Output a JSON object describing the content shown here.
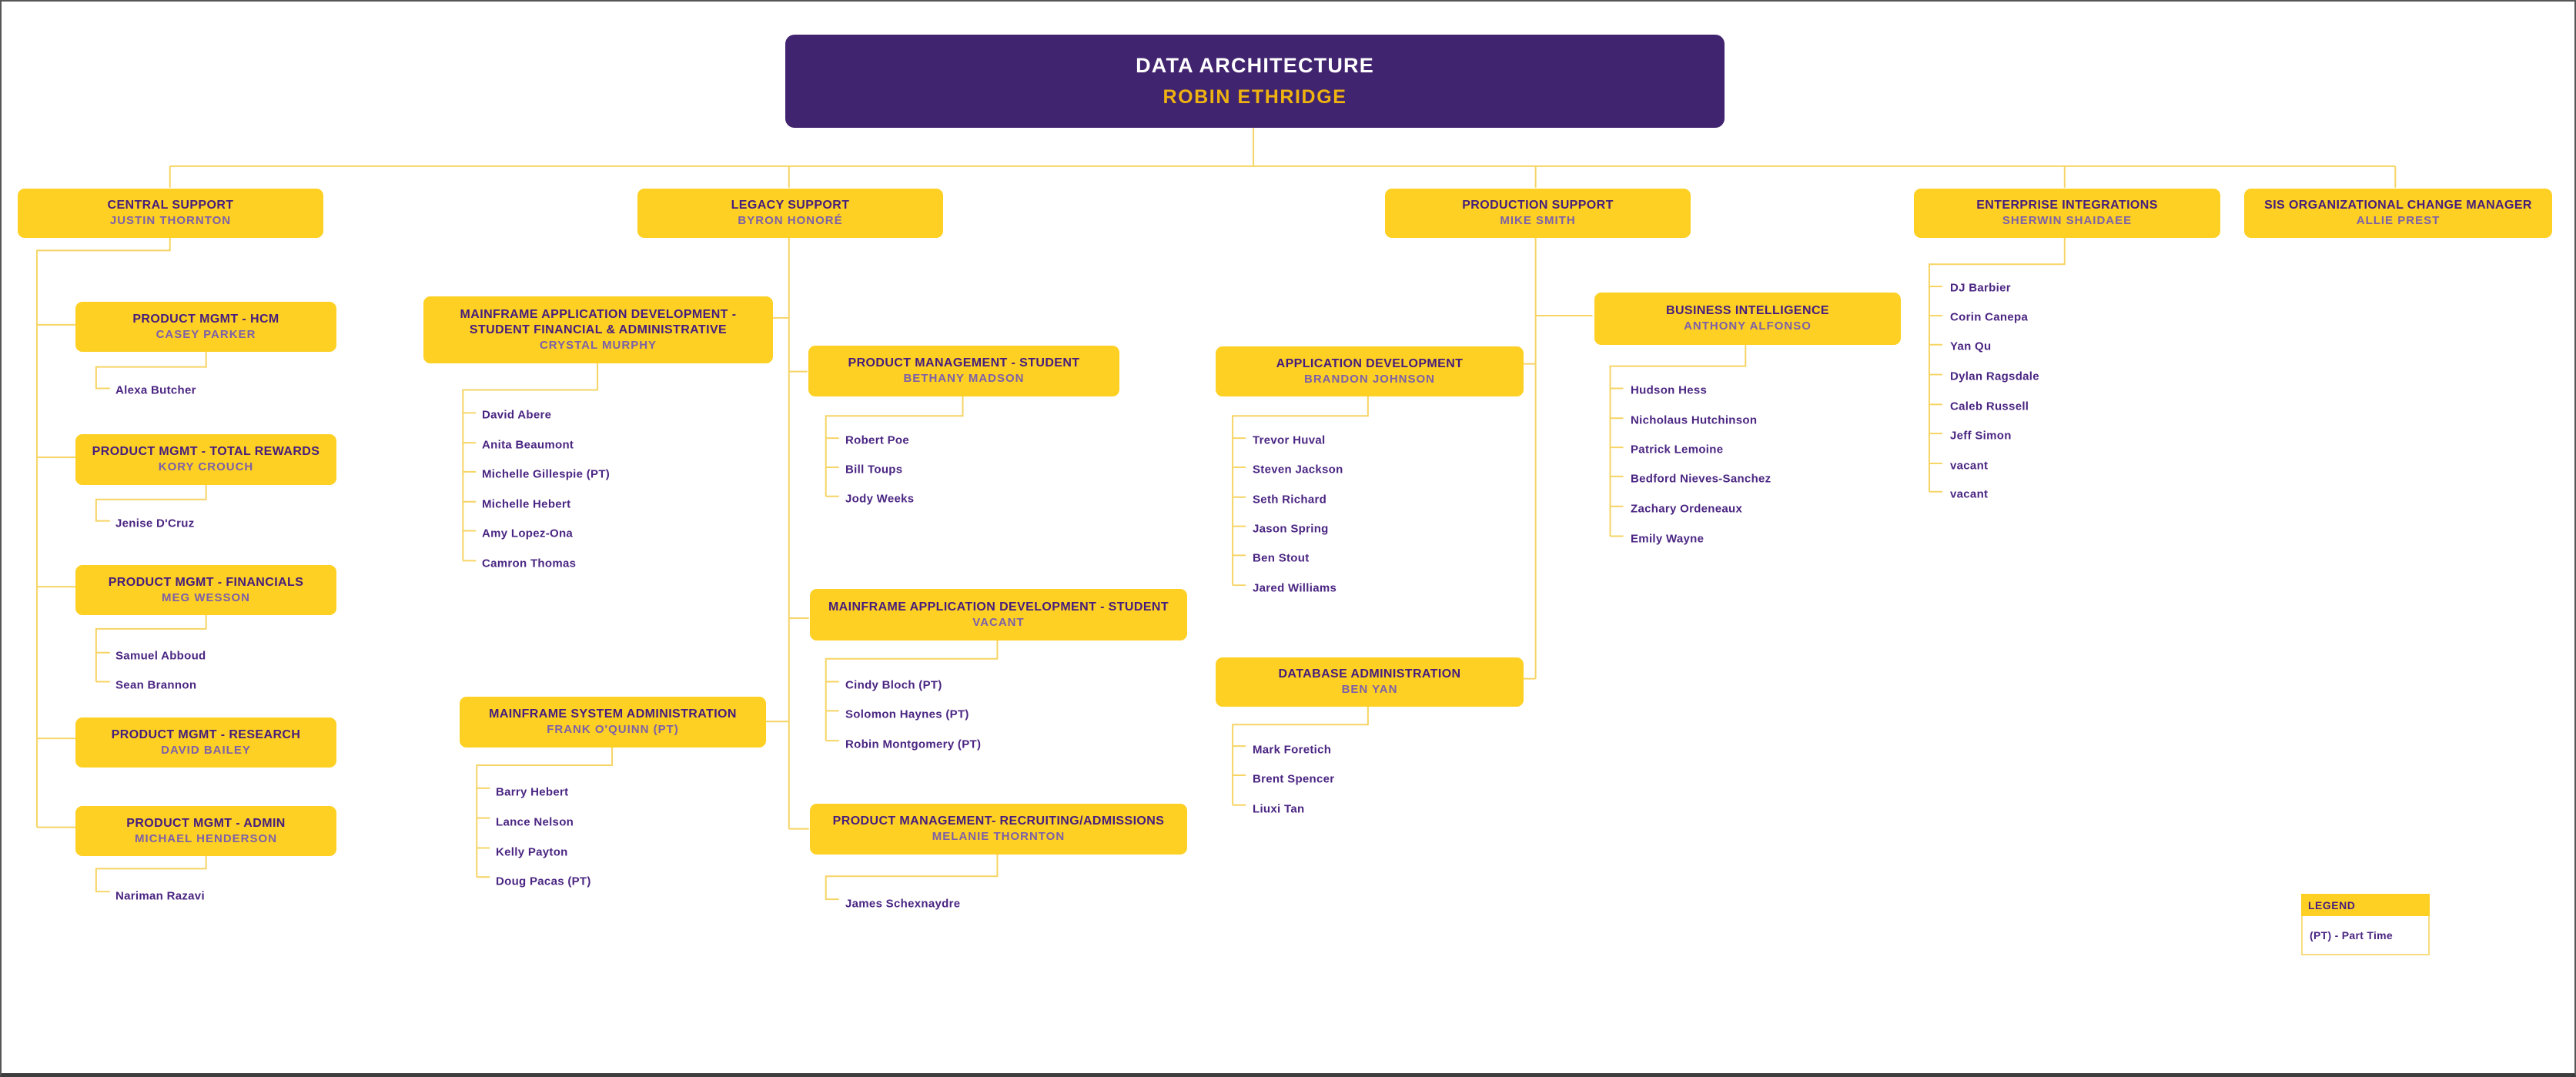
{
  "root": {
    "title": "DATA ARCHITECTURE",
    "subtitle": "ROBIN ETHRIDGE"
  },
  "teams": [
    {
      "id": "central-support",
      "title": "CENTRAL SUPPORT",
      "lead": "JUSTIN THORNTON",
      "members": []
    },
    {
      "id": "legacy-support",
      "title": "LEGACY SUPPORT",
      "lead": "BYRON HONORÉ",
      "members": []
    },
    {
      "id": "production-support",
      "title": "PRODUCTION SUPPORT",
      "lead": "MIKE SMITH",
      "members": []
    },
    {
      "id": "enterprise-integrations",
      "title": "ENTERPRISE INTEGRATIONS",
      "lead": "SHERWIN SHAIDAEE",
      "members": [
        "DJ Barbier",
        "Corin Canepa",
        "Yan Qu",
        "Dylan Ragsdale",
        "Caleb Russell",
        "Jeff Simon",
        "vacant",
        "vacant"
      ]
    },
    {
      "id": "sis-ocm",
      "title": "SIS ORGANIZATIONAL CHANGE MANAGER",
      "lead": "ALLIE PREST",
      "members": []
    }
  ],
  "units": [
    {
      "id": "pm-hcm",
      "parent": "central-support",
      "title": "PRODUCT MGMT - HCM",
      "lead": "CASEY PARKER",
      "members": [
        "Alexa Butcher"
      ]
    },
    {
      "id": "pm-total-rewards",
      "parent": "central-support",
      "title": "PRODUCT MGMT - TOTAL REWARDS",
      "lead": "KORY CROUCH",
      "members": [
        "Jenise D'Cruz"
      ]
    },
    {
      "id": "pm-financials",
      "parent": "central-support",
      "title": "PRODUCT MGMT - FINANCIALS",
      "lead": "MEG WESSON",
      "members": [
        "Samuel Abboud",
        "Sean Brannon"
      ]
    },
    {
      "id": "pm-research",
      "parent": "central-support",
      "title": "PRODUCT MGMT - RESEARCH",
      "lead": "DAVID BAILEY",
      "members": []
    },
    {
      "id": "pm-admin",
      "parent": "central-support",
      "title": "PRODUCT MGMT - ADMIN",
      "lead": "MICHAEL HENDERSON",
      "members": [
        "Nariman Razavi"
      ]
    },
    {
      "id": "mf-appdev-sfa",
      "parent": "legacy-support",
      "title": "MAINFRAME APPLICATION  DEVELOPMENT - STUDENT FINANCIAL & ADMINISTRATIVE",
      "lead": "CRYSTAL MURPHY",
      "members": [
        "David Abere",
        "Anita Beaumont",
        "Michelle Gillespie (PT)",
        "Michelle Hebert",
        "Amy Lopez-Ona",
        "Camron Thomas"
      ]
    },
    {
      "id": "mf-sysadmin",
      "parent": "legacy-support",
      "title": "MAINFRAME SYSTEM ADMINISTRATION",
      "lead": "FRANK O'QUINN (PT)",
      "members": [
        "Barry Hebert",
        "Lance Nelson",
        "Kelly Payton",
        "Doug Pacas (PT)"
      ]
    },
    {
      "id": "pm-student",
      "parent": "legacy-support",
      "title": "PRODUCT MANAGEMENT - STUDENT",
      "lead": "BETHANY MADSON",
      "members": [
        "Robert Poe",
        "Bill Toups",
        "Jody Weeks"
      ]
    },
    {
      "id": "mf-appdev-student",
      "parent": "legacy-support",
      "title": "MAINFRAME APPLICATION DEVELOPMENT - STUDENT",
      "lead": "VACANT",
      "members": [
        "Cindy Bloch (PT)",
        "Solomon Haynes (PT)",
        "Robin Montgomery (PT)"
      ]
    },
    {
      "id": "pm-recruiting",
      "parent": "legacy-support",
      "title": "PRODUCT MANAGEMENT- RECRUITING/ADMISSIONS",
      "lead": "MELANIE THORNTON",
      "members": [
        "James Schexnaydre"
      ]
    },
    {
      "id": "app-dev",
      "parent": "production-support",
      "title": "APPLICATION DEVELOPMENT",
      "lead": "BRANDON JOHNSON",
      "members": [
        "Trevor Huval",
        "Steven Jackson",
        "Seth Richard",
        "Jason Spring",
        "Ben Stout",
        "Jared Williams"
      ]
    },
    {
      "id": "db-admin",
      "parent": "production-support",
      "title": "DATABASE ADMINISTRATION",
      "lead": "BEN YAN",
      "members": [
        "Mark Foretich",
        "Brent Spencer",
        "Liuxi Tan"
      ]
    },
    {
      "id": "business-intelligence",
      "parent": "production-support",
      "title": "BUSINESS INTELLIGENCE",
      "lead": "ANTHONY ALFONSO",
      "members": [
        "Hudson Hess",
        "Nicholaus Hutchinson",
        "Patrick Lemoine",
        "Bedford Nieves-Sanchez",
        "Zachary Ordeneaux",
        "Emily Wayne"
      ]
    }
  ],
  "legend": {
    "title": "LEGEND",
    "entries": [
      "(PT) - Part Time"
    ]
  },
  "colors": {
    "root_purple": "#41246F",
    "box_gold": "#FDD023",
    "title_purple": "#461D7C",
    "lead_purple": "#7C60A9",
    "member_purple": "#4A2582",
    "connector_yellow": "#F6D465",
    "root_subtitle_gold": "#EFB310"
  }
}
